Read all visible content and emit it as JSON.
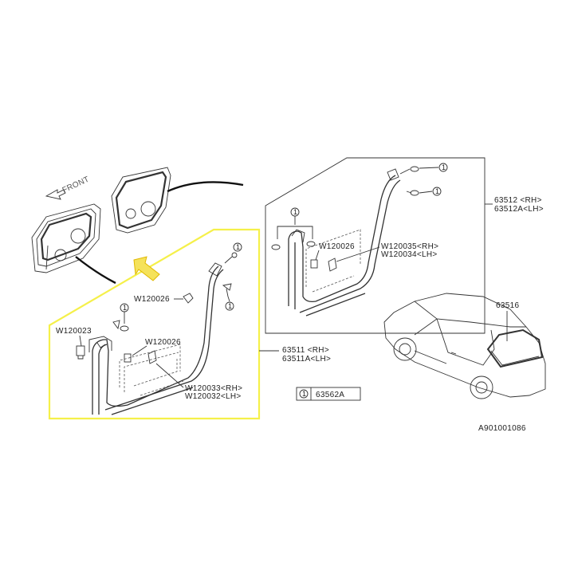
{
  "diagram": {
    "direction_label": "FRONT",
    "highlight_color": "#f5f04a",
    "labels": {
      "front_seal_rh": "63511 <RH>",
      "front_seal_lh": "63511A<LH>",
      "rear_seal_rh": "63512 <RH>",
      "rear_seal_lh": "63512A<LH>",
      "hatch_seal": "63516",
      "front_w120026_upper": "W120026",
      "front_w120026_lower": "W120026",
      "front_w120023": "W120023",
      "front_w120033": "W120033<RH>",
      "front_w120032": "W120032<LH>",
      "rear_w120026": "W120026",
      "rear_w120035": "W120035<RH>",
      "rear_w120034": "W120034<LH>"
    },
    "legend": {
      "callout": "1",
      "part": "63562A"
    },
    "callout_marker": "1",
    "drawing_code": "A901001086"
  }
}
